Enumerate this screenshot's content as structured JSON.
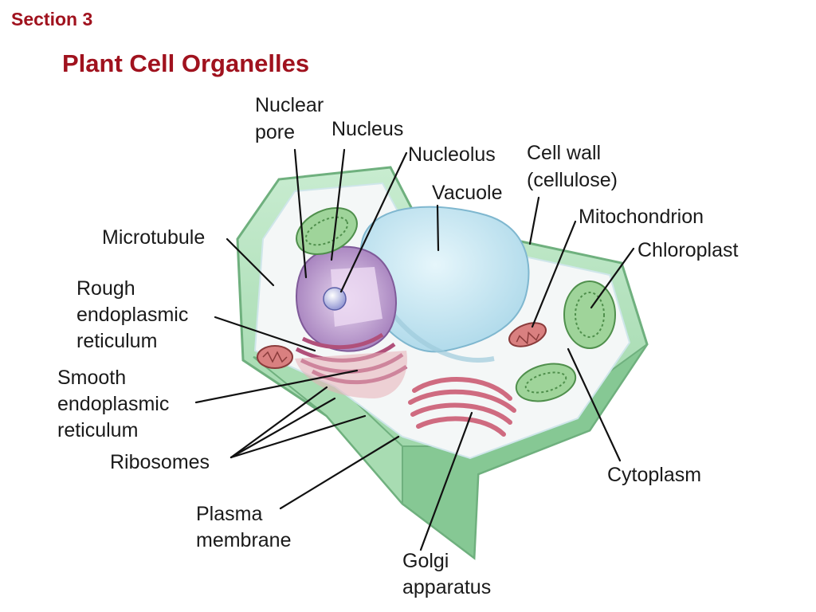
{
  "header": {
    "section": "Section 3",
    "title": "Plant Cell Organelles"
  },
  "labels": {
    "nuclear_pore": [
      "Nuclear",
      "pore"
    ],
    "nucleus": "Nucleus",
    "nucleolus": "Nucleolus",
    "cell_wall": [
      "Cell wall",
      "(cellulose)"
    ],
    "vacuole": "Vacuole",
    "mitochondrion": "Mitochondrion",
    "chloroplast": "Chloroplast",
    "microtubule": "Microtubule",
    "rough_er": [
      "Rough",
      "endoplasmic",
      "reticulum"
    ],
    "smooth_er": [
      "Smooth",
      "endoplasmic",
      "reticulum"
    ],
    "ribosomes": "Ribosomes",
    "plasma_membrane": [
      "Plasma",
      "membrane"
    ],
    "golgi": [
      "Golgi",
      "apparatus"
    ],
    "cytoplasm": "Cytoplasm"
  },
  "colors": {
    "heading": "#a0121e",
    "cell_wall": "#9ed6a8",
    "vacuole": "#bfe3f0",
    "nucleus": "#b996c8",
    "golgi": "#d98a9a",
    "chloroplast": "#8cc88a"
  }
}
